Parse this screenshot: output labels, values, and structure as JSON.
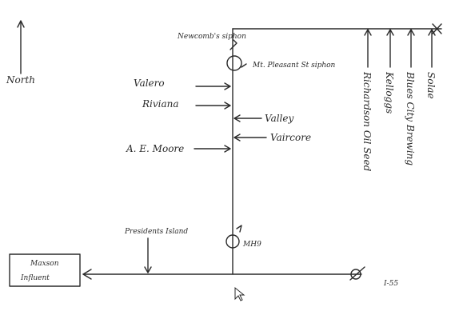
{
  "compass": {
    "label": "North"
  },
  "labels": {
    "top_siphon": "Newcomb's siphon",
    "mt_pleasant_siphon": "Mt. Pleasant St siphon",
    "valero": "Valero",
    "rivianna": "Riviana",
    "valley": "Valley",
    "vaircore": "Vaircore",
    "ae_moore": "A. E. Moore",
    "presidents_island": "Presidents Island",
    "mh9": "MH9",
    "maxson_line1": "Maxson",
    "maxson_line2": "Influent",
    "bottom_right": "I-55",
    "vertical_labels": [
      "Richardson Oil Seed",
      "Kelloggs",
      "Blues City Brewing",
      "Solae"
    ]
  }
}
